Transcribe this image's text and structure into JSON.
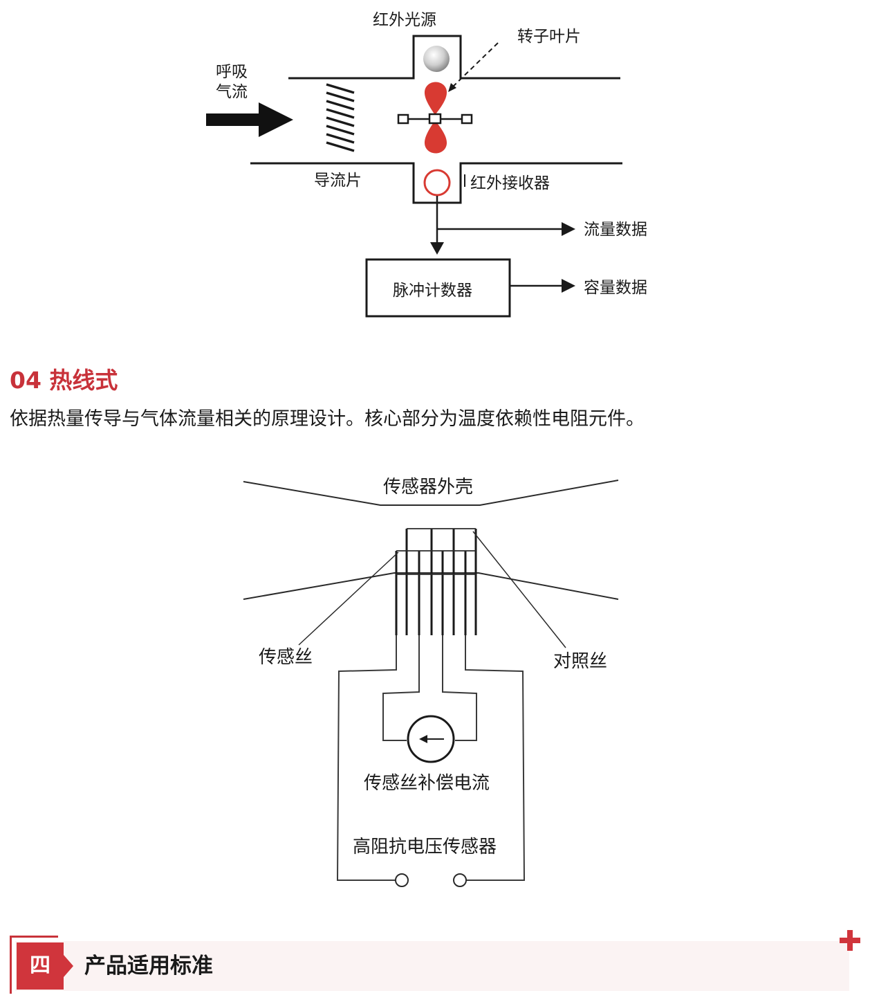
{
  "figure_turbine": {
    "label_ir_source": "红外光源",
    "label_rotor_blade": "转子叶片",
    "label_breath_airflow_line1": "呼吸",
    "label_breath_airflow_line2": "气流",
    "label_flow_guide": "导流片",
    "label_ir_receiver": "红外接收器",
    "label_flow_data": "流量数据",
    "label_pulse_counter": "脉冲计数器",
    "label_volume_data": "容量数据",
    "colors": {
      "blade": "#d83a32",
      "receiver": "#d83a32",
      "line": "#1a1a1a"
    }
  },
  "section_hotwire": {
    "heading": "04 热线式",
    "body": "依据热量传导与气体流量相关的原理设计。核心部分为温度依赖性电阻元件。"
  },
  "figure_hotwire": {
    "label_sensor_housing": "传感器外壳",
    "label_sensing_wire": "传感丝",
    "label_reference_wire": "对照丝",
    "label_compensation_current": "传感丝补偿电流",
    "label_voltage_sensor": "高阻抗电压传感器"
  },
  "chapter": {
    "number": "四",
    "title": "产品适用标准"
  },
  "colors": {
    "accent": "#c8323a",
    "chapter_bg": "#fbf3f3"
  }
}
